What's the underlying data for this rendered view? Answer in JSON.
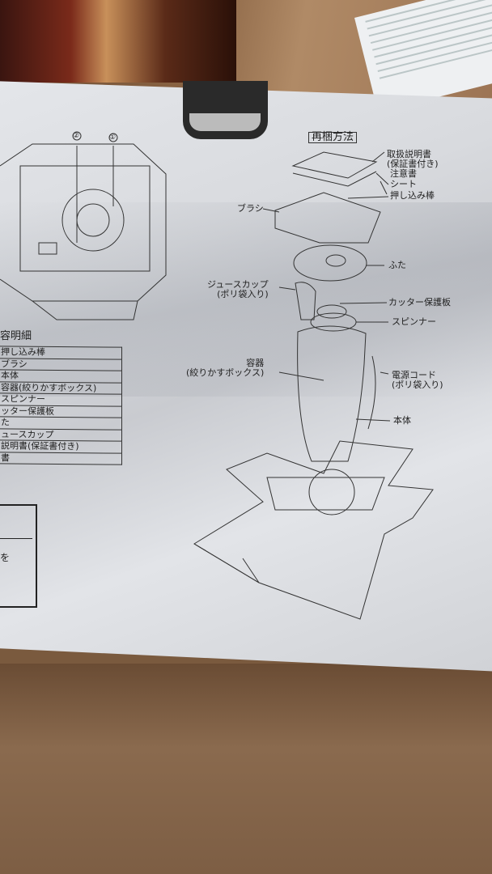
{
  "reassembly": {
    "title": "再梱方法",
    "labels": {
      "manual": "取扱説明書\n(保証書付き)",
      "caution": "注意書",
      "sheet": "シート",
      "pusher": "押し込み棒",
      "brush": "ブラシ",
      "lid": "ふた",
      "juice_cup": "ジュースカップ\n(ポリ袋入り)",
      "cutter_plate": "カッター保護板",
      "spinner": "スピンナー",
      "container": "容器\n(絞りかすボックス)",
      "cord": "電源コード\n(ポリ袋入り)",
      "body": "本体"
    }
  },
  "contents": {
    "heading": "容明細",
    "items": [
      "押し込み棒",
      "ブラシ",
      "本体",
      "容器(絞りかすボックス)",
      "スピンナー",
      "ッター保護板",
      "た",
      "ュースカップ",
      "説明書(保証書付き)",
      "書"
    ]
  },
  "diagram_markers": [
    "②",
    "①"
  ],
  "note_fragment": "を"
}
